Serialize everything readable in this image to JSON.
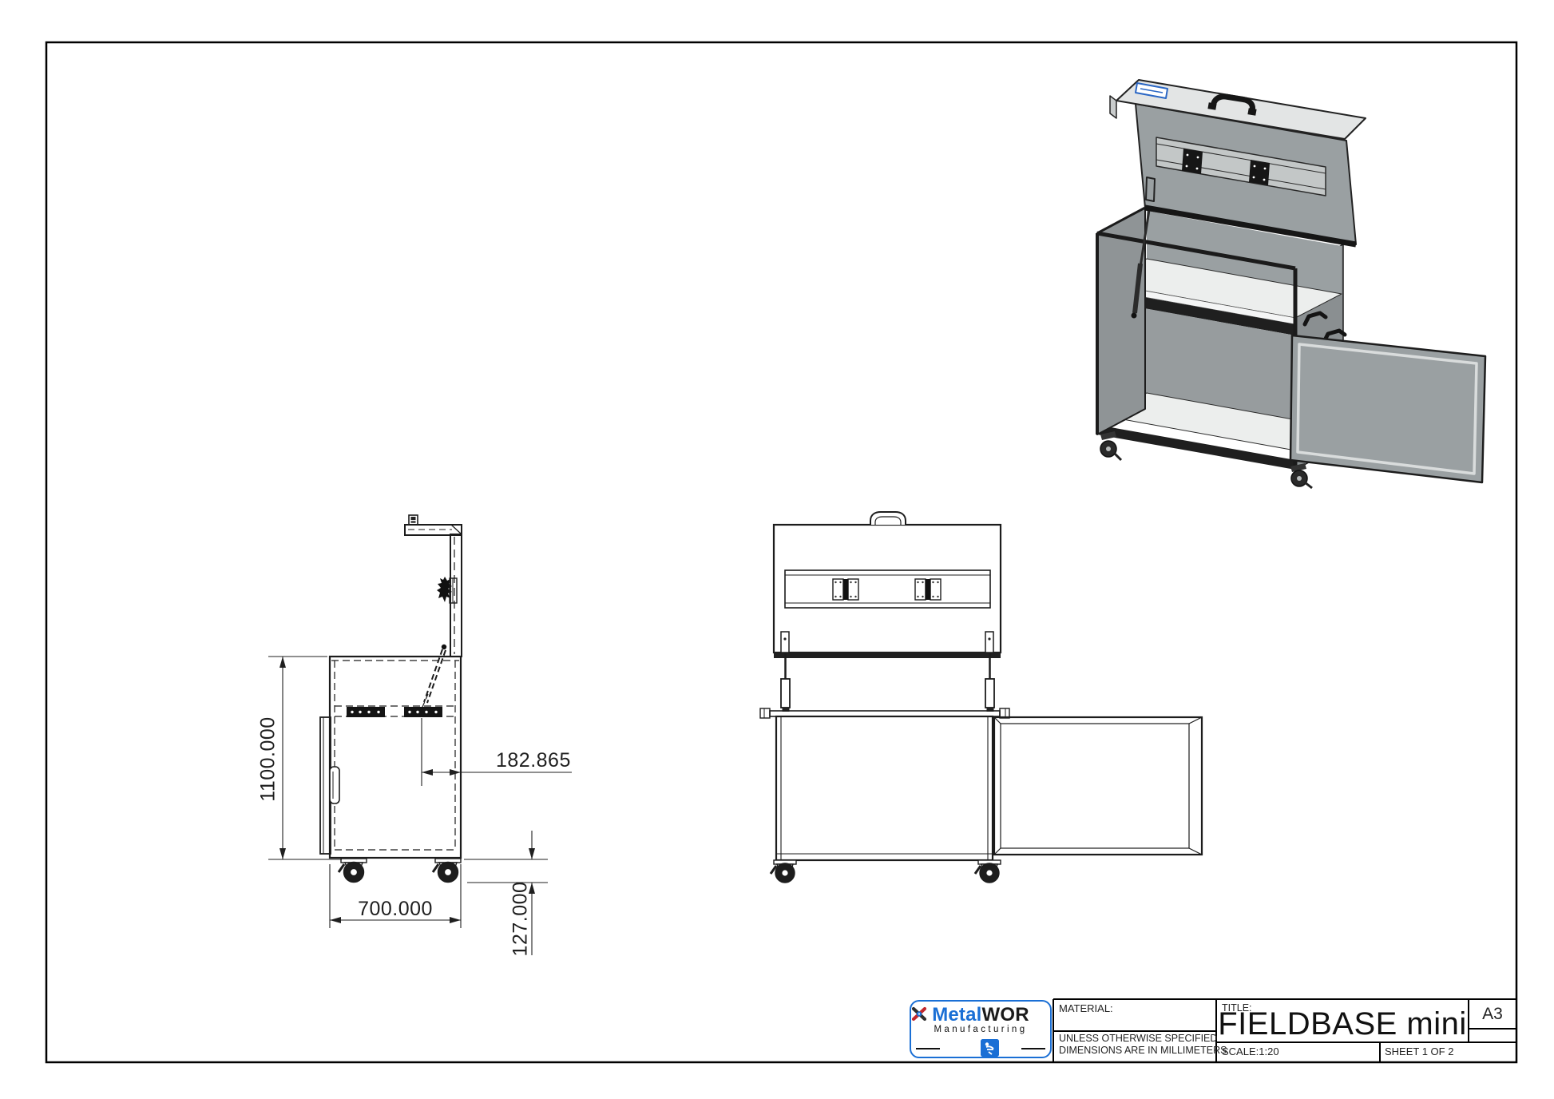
{
  "title_block": {
    "material_label": "MATERIAL:",
    "material_value": "",
    "note_line1": "UNLESS OTHERWISE SPECIFIED",
    "note_line2": "DIMENSIONS ARE IN MILLIMETERS",
    "title_label": "TITLE:",
    "title": "FIELDBASE mini",
    "paper_size": "A3",
    "scale": "SCALE:1:20",
    "sheet": "SHEET 1 OF 2"
  },
  "logo": {
    "brand_blue": "Metal",
    "brand_dark": "WOR",
    "subtitle": "Manufacturing",
    "colors": {
      "blue": "#1a6fd5",
      "red": "#c1272d",
      "dark": "#2f2f2f"
    }
  },
  "dimensions": {
    "height": "1100.000",
    "hinge_offset": "182.865",
    "depth": "700.000",
    "caster_height": "127.000"
  },
  "drawing_colors": {
    "line": "#1c1c1c",
    "body_gray": "#9aa0a2",
    "side_gray": "#8f9496",
    "inner_gray": "#979c9e",
    "panel_light": "#e3e5e5",
    "shelf_white": "#eceeed",
    "bevel_light": "#d9dcdc",
    "frame_dark": "#1f1f1f"
  }
}
